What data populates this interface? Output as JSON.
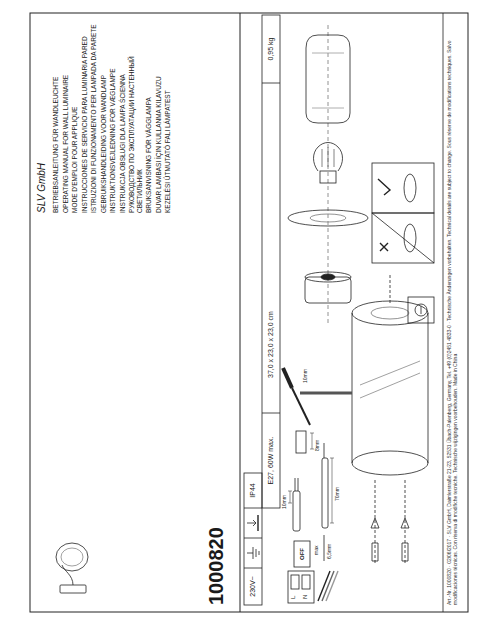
{
  "diagram": {
    "title": "SLV GmbH",
    "labels": [
      "BETRIEBSANLEITUNG FÜR WANDLEUCHTE",
      "OPERATING MANUAL FOR WALL LUMINAIRE",
      "MODE D'EMPLOI POUR APPLIQUE",
      "INSTRUCCIONES DE SERVICIO PARA LUMINARIA PARED",
      "ISTRUZIONI DI FUNZIONAMENTO PER LAMPADA DA PARETE",
      "GEBRUIKSHANDLEIDING VOOR WANDLAMP",
      "INSTRUKTIONSVEJLEDNING FOR VÆGLAMPE",
      "INSTRUKCJA OBSŁUGI DLA LAMPA ŚCIENNA",
      "РУКОВОДСТВО ПО ЭКСПЛУАТАЦИИ НАСТЕННЫЙ СВЕТИЛЬНИК",
      "BRUKSANVISNING FÖR VÄGGLAMPA",
      "DUVAR LAMBASI İÇIN KULLANMA KILAVUZU",
      "KEZELÉSI ÚTMUTATÓ FALI LÁMPATEST",
      "1000820",
      "230V~",
      "IP44",
      "E27, 60W max.",
      "37,0 x 23,0 x 23,0 cm",
      "0,95 kg",
      "OFF",
      "L",
      "N",
      "10mm",
      "70mm",
      "6,5mm",
      "max",
      "8mm",
      "10mm",
      "Art.-Nr. 1000820 · 02/06/2017 · SLV GmbH, Daimlerstraße 21-23, 52531 Übach-Palenberg, Germany, Tel. +49 (0)2451 4833-0 · Technische Änderungen vorbehalten. Technical details are subject to change. Sous réserve de modifications techniques. Salvo modificaciones técnicas. Con riserva di modifiche tecniche. Technische wijzigingen voorbehouden. Made in China"
    ]
  }
}
